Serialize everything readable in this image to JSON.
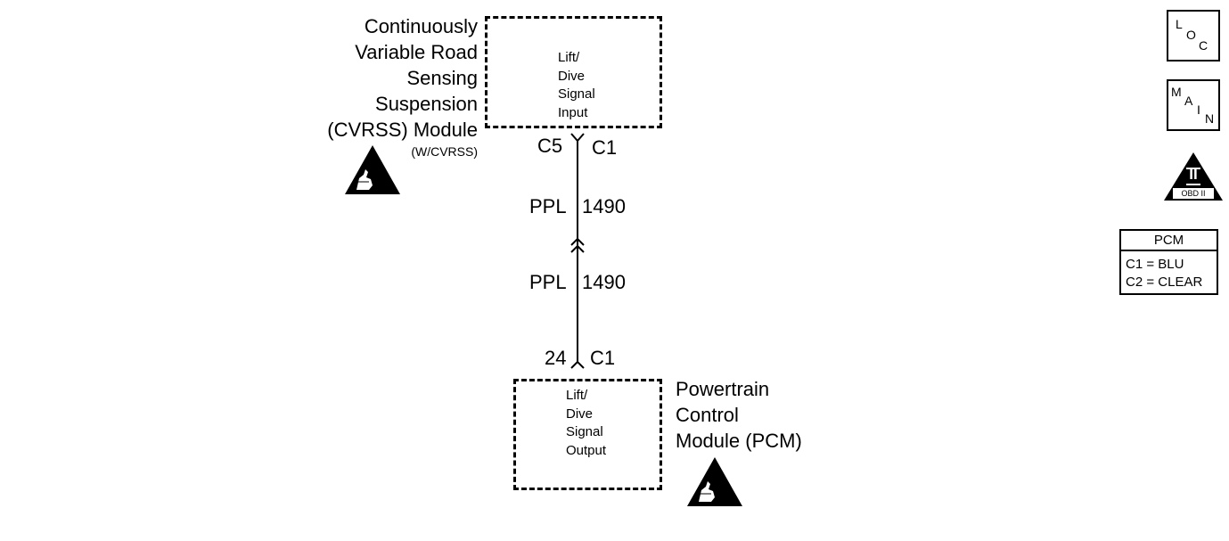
{
  "cvrss_module": {
    "name_lines": [
      "Continuously",
      "Variable Road",
      "Sensing",
      "Suspension",
      "(CVRSS) Module"
    ],
    "option": "(W/CVRSS)",
    "box_lines": [
      "Lift/",
      "Dive",
      "Signal",
      "Input"
    ]
  },
  "pcm_module": {
    "name_lines": [
      "Powertrain",
      "Control",
      "Module (PCM)"
    ],
    "box_lines": [
      "Lift/",
      "Dive",
      "Signal",
      "Output"
    ]
  },
  "wire": {
    "top_connector": {
      "pin": "C5",
      "connector": "C1"
    },
    "upper_segment": {
      "color": "PPL",
      "circuit": "1490"
    },
    "lower_segment": {
      "color": "PPL",
      "circuit": "1490"
    },
    "bottom_connector": {
      "pin": "24",
      "connector": "C1"
    }
  },
  "icons": {
    "loc": {
      "letters": [
        "L",
        "O",
        "C"
      ]
    },
    "main": {
      "letters": [
        "M",
        "A",
        "I",
        "N"
      ]
    },
    "obd": {
      "numeral": "II",
      "label": "OBD II"
    },
    "esd_icon_name": "esd-sensitive-icon"
  },
  "pcm_legend": {
    "title": "PCM",
    "rows": [
      "C1 = BLU",
      "C2 = CLEAR"
    ]
  }
}
